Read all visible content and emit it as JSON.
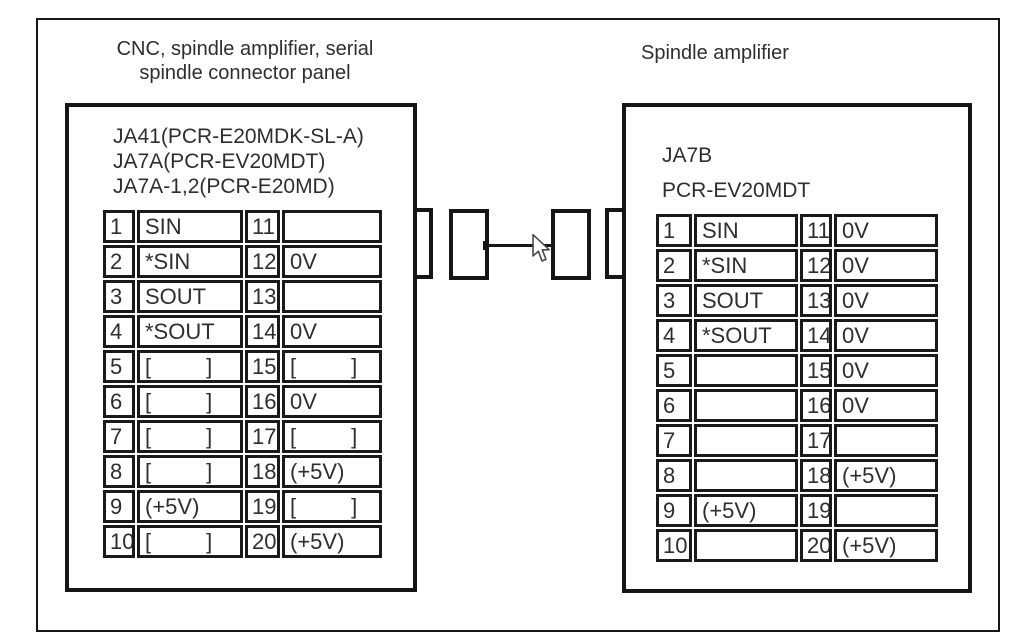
{
  "colors": {
    "line": "#161616",
    "text": "#2e2e2e",
    "background": "#ffffff"
  },
  "left_panel": {
    "title_lines": [
      "CNC, spindle amplifier, serial",
      "spindle connector panel"
    ],
    "connector_labels": [
      "JA41(PCR-E20MDK-SL-A)",
      "JA7A(PCR-EV20MDT)",
      "JA7A-1,2(PCR-E20MD)"
    ],
    "rows": [
      {
        "pin_a": "1",
        "sig_a": "SIN",
        "pin_b": "11",
        "sig_b": ""
      },
      {
        "pin_a": "2",
        "sig_a": "*SIN",
        "pin_b": "12",
        "sig_b": "0V"
      },
      {
        "pin_a": "3",
        "sig_a": "SOUT",
        "pin_b": "13",
        "sig_b": ""
      },
      {
        "pin_a": "4",
        "sig_a": "*SOUT",
        "pin_b": "14",
        "sig_b": "0V"
      },
      {
        "pin_a": "5",
        "sig_a": "[         ]",
        "pin_b": "15",
        "sig_b": "[         ]"
      },
      {
        "pin_a": "6",
        "sig_a": "[         ]",
        "pin_b": "16",
        "sig_b": "0V"
      },
      {
        "pin_a": "7",
        "sig_a": "[         ]",
        "pin_b": "17",
        "sig_b": "[         ]"
      },
      {
        "pin_a": "8",
        "sig_a": "[         ]",
        "pin_b": "18",
        "sig_b": "(+5V)"
      },
      {
        "pin_a": "9",
        "sig_a": "(+5V)",
        "pin_b": "19",
        "sig_b": "[         ]"
      },
      {
        "pin_a": "10",
        "sig_a": "[         ]",
        "pin_b": "20",
        "sig_b": "(+5V)"
      }
    ]
  },
  "right_panel": {
    "title": "Spindle amplifier",
    "connector_labels": [
      "JA7B",
      "PCR-EV20MDT"
    ],
    "rows": [
      {
        "pin_a": "1",
        "sig_a": "SIN",
        "pin_b": "11",
        "sig_b": "0V"
      },
      {
        "pin_a": "2",
        "sig_a": "*SIN",
        "pin_b": "12",
        "sig_b": "0V"
      },
      {
        "pin_a": "3",
        "sig_a": "SOUT",
        "pin_b": "13",
        "sig_b": "0V"
      },
      {
        "pin_a": "4",
        "sig_a": "*SOUT",
        "pin_b": "14",
        "sig_b": "0V"
      },
      {
        "pin_a": "5",
        "sig_a": "",
        "pin_b": "15",
        "sig_b": "0V"
      },
      {
        "pin_a": "6",
        "sig_a": "",
        "pin_b": "16",
        "sig_b": "0V"
      },
      {
        "pin_a": "7",
        "sig_a": "",
        "pin_b": "17",
        "sig_b": ""
      },
      {
        "pin_a": "8",
        "sig_a": "",
        "pin_b": "18",
        "sig_b": "(+5V)"
      },
      {
        "pin_a": "9",
        "sig_a": "(+5V)",
        "pin_b": "19",
        "sig_b": ""
      },
      {
        "pin_a": "10",
        "sig_a": "",
        "pin_b": "20",
        "sig_b": "(+5V)"
      }
    ]
  },
  "cable": {
    "icon": "mouse-arrow-cursor"
  }
}
